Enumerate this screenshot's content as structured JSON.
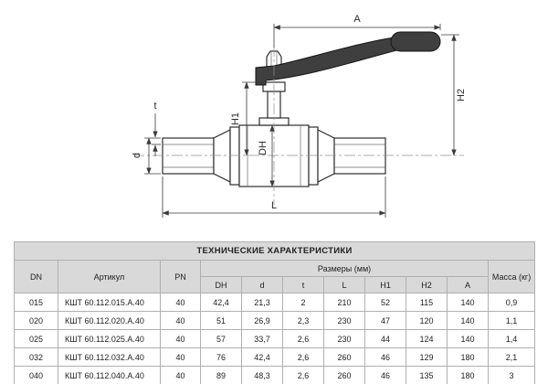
{
  "drawing": {
    "labels": {
      "A": "A",
      "H2": "H2",
      "H1": "H1",
      "DH": "DH",
      "d": "d",
      "t": "t",
      "L": "L"
    }
  },
  "table": {
    "title": "ТЕХНИЧЕСКИЕ ХАРАКТЕРИСТИКИ",
    "headers": {
      "dn": "DN",
      "article": "Артикул",
      "pn": "PN",
      "dimensions": "Размеры (мм)",
      "mass": "Масса (кг)"
    },
    "dim_headers": [
      "DH",
      "d",
      "t",
      "L",
      "H1",
      "H2",
      "A"
    ],
    "rows": [
      {
        "dn": "015",
        "article": "КШТ 60.112.015.А.40",
        "pn": "40",
        "dims": [
          "42,4",
          "21,3",
          "2",
          "210",
          "52",
          "115",
          "140"
        ],
        "mass": "0,9"
      },
      {
        "dn": "020",
        "article": "КШТ 60.112.020.А.40",
        "pn": "40",
        "dims": [
          "51",
          "26,9",
          "2,3",
          "230",
          "47",
          "120",
          "140"
        ],
        "mass": "1,1"
      },
      {
        "dn": "025",
        "article": "КШТ 60.112.025.А.40",
        "pn": "40",
        "dims": [
          "57",
          "33,7",
          "2,6",
          "230",
          "44",
          "124",
          "140"
        ],
        "mass": "1,4"
      },
      {
        "dn": "032",
        "article": "КШТ 60.112.032.А.40",
        "pn": "40",
        "dims": [
          "76",
          "42,4",
          "2,6",
          "260",
          "46",
          "129",
          "180"
        ],
        "mass": "2,1"
      },
      {
        "dn": "040",
        "article": "КШТ 60.112.040.А.40",
        "pn": "40",
        "dims": [
          "89",
          "48,3",
          "2,6",
          "260",
          "46",
          "135",
          "180"
        ],
        "mass": "3"
      }
    ]
  },
  "colors": {
    "line": "#3a3a3a",
    "header_bg": "#d9d9d9",
    "border": "#b0b0b0"
  }
}
